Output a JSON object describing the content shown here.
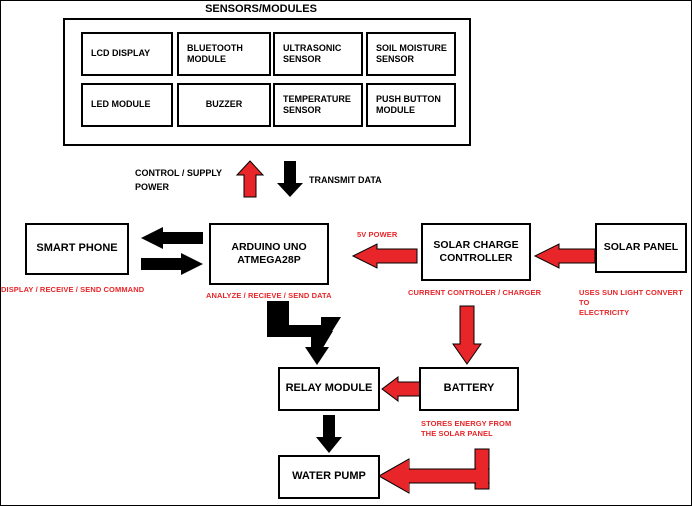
{
  "diagram": {
    "title": "SENSORS/MODULES",
    "colors": {
      "black": "#000000",
      "red": "#E8262A",
      "background": "#FFFFFF"
    },
    "sensors": [
      {
        "label": "LCD DISPLAY"
      },
      {
        "label": "BLUETOOTH MODULE"
      },
      {
        "label": "ULTRASONIC SENSOR"
      },
      {
        "label": "SOIL MOISTURE SENSOR"
      },
      {
        "label": "LED MODULE"
      },
      {
        "label": "BUZZER"
      },
      {
        "label": "TEMPERATURE SENSOR"
      },
      {
        "label": "PUSH BUTTON MODULE"
      }
    ],
    "flow_labels": {
      "control_supply_power": "CONTROL / SUPPLY POWER",
      "transmit_data": "TRANSMIT DATA",
      "five_volt_power": "5V POWER"
    },
    "blocks": {
      "smart_phone": {
        "label": "SMART PHONE",
        "caption": "DISPLAY / RECEIVE / SEND COMMAND"
      },
      "arduino": {
        "label": "ARDUINO UNO ATMEGA28P",
        "line1": "ARDUINO UNO",
        "line2": "ATMEGA28P",
        "caption": "ANALYZE / RECIEVE / SEND DATA"
      },
      "solar_charge_controller": {
        "label": "SOLAR CHARGE CONTROLLER",
        "line1": "SOLAR CHARGE",
        "line2": "CONTROLLER",
        "caption": "CURRENT CONTROLER / CHARGER"
      },
      "solar_panel": {
        "label": "SOLAR PANEL",
        "caption_line1": "USES SUN LIGHT CONVERT TO",
        "caption_line2": "ELECTRICITY"
      },
      "relay_module": {
        "label": "RELAY MODULE"
      },
      "battery": {
        "label": "BATTERY",
        "caption_line1": "STORES ENERGY FROM",
        "caption_line2": "THE SOLAR PANEL"
      },
      "water_pump": {
        "label": "WATER PUMP"
      }
    },
    "arrows": [
      {
        "name": "sensors-to-arduino-power",
        "direction": "up",
        "color": "#E8262A"
      },
      {
        "name": "arduino-to-sensors-data",
        "direction": "down",
        "color": "#000000"
      },
      {
        "name": "arduino-to-smartphone",
        "direction": "left",
        "color": "#000000"
      },
      {
        "name": "smartphone-to-arduino",
        "direction": "right",
        "color": "#000000"
      },
      {
        "name": "controller-to-arduino-5v",
        "direction": "left",
        "color": "#E8262A"
      },
      {
        "name": "solar-panel-to-controller",
        "direction": "left",
        "color": "#E8262A"
      },
      {
        "name": "arduino-to-relay",
        "direction": "elbow-down-right-down",
        "color": "#000000"
      },
      {
        "name": "controller-to-battery",
        "direction": "down",
        "color": "#E8262A"
      },
      {
        "name": "battery-to-relay",
        "direction": "left",
        "color": "#E8262A"
      },
      {
        "name": "relay-to-water-pump",
        "direction": "down",
        "color": "#000000"
      },
      {
        "name": "battery-to-water-pump",
        "direction": "elbow-down-left",
        "color": "#E8262A"
      }
    ]
  }
}
